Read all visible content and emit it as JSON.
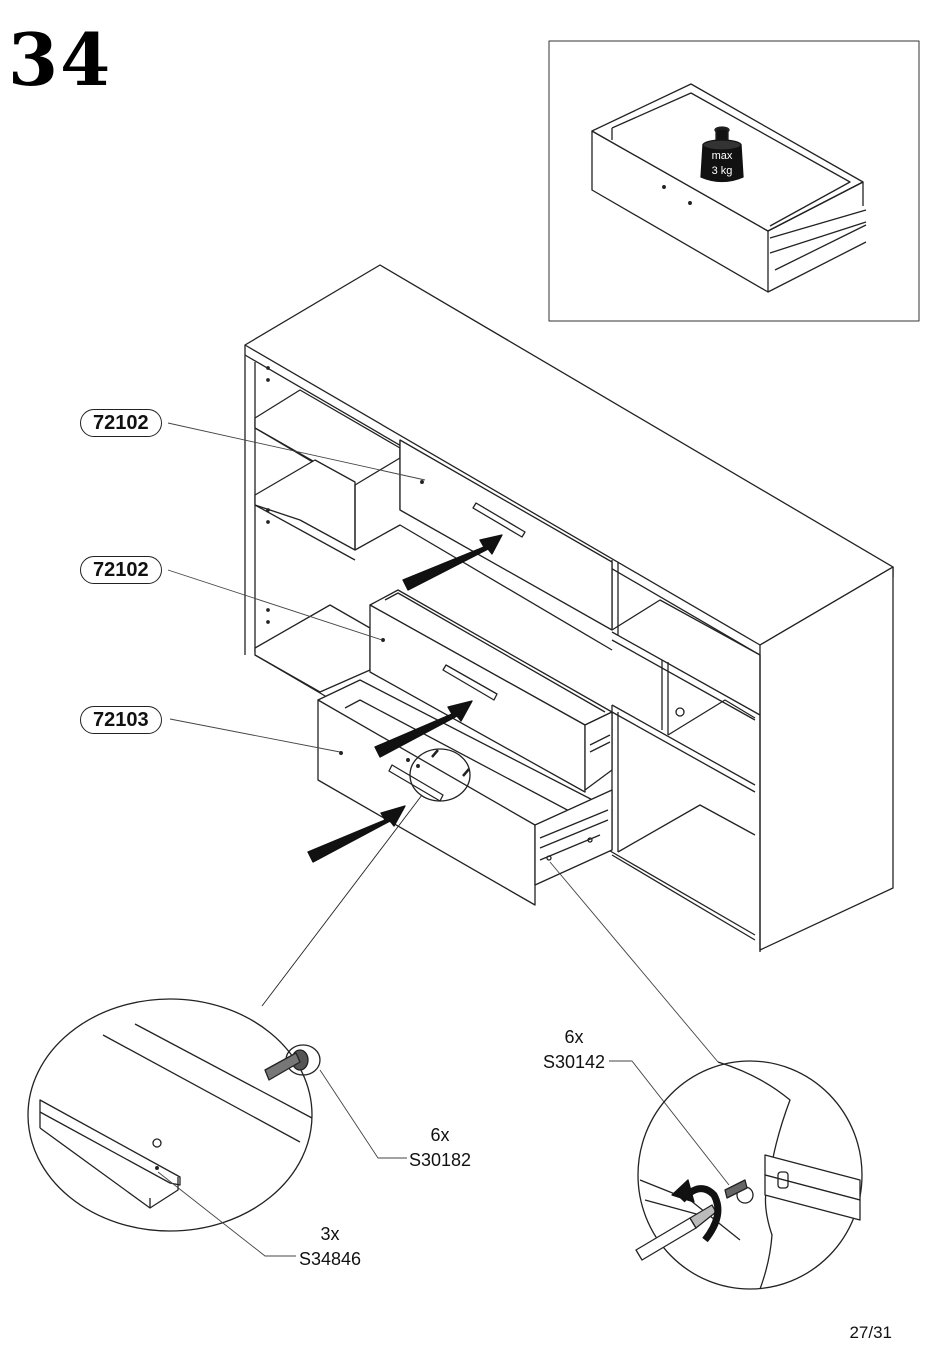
{
  "step": {
    "number": "34"
  },
  "inset": {
    "weight_line1": "max",
    "weight_line2": "3 kg"
  },
  "part_labels": [
    {
      "code": "72102"
    },
    {
      "code": "72102"
    },
    {
      "code": "72103"
    }
  ],
  "hardware": [
    {
      "qty": "6x",
      "code": "S30182"
    },
    {
      "qty": "3x",
      "code": "S34846"
    },
    {
      "qty": "6x",
      "code": "S30142"
    }
  ],
  "footer": {
    "page": "27/31"
  },
  "colors": {
    "line": "#222222",
    "arrow": "#111111",
    "background": "#ffffff"
  },
  "icons": [
    "arrow-icon",
    "weight-icon",
    "screwdriver-icon",
    "rotate-arrow-icon",
    "screw-icon"
  ]
}
